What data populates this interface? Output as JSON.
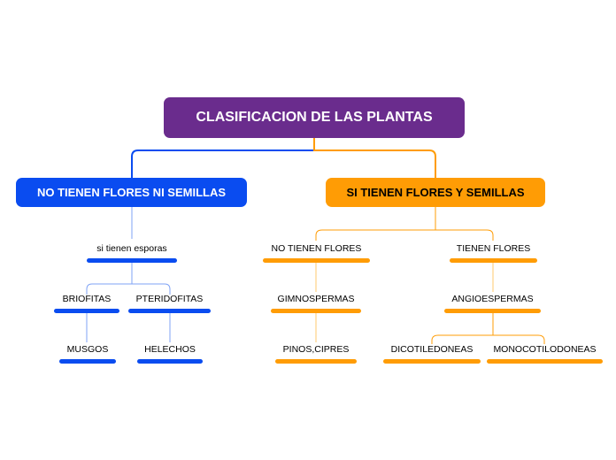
{
  "colors": {
    "root": "#6a2c8d",
    "blue": "#0a4cf0",
    "orange": "#ff9c05"
  },
  "root": {
    "label": "CLASIFICACION DE LAS PLANTAS"
  },
  "left": {
    "label": "NO TIENEN FLORES NI SEMILLAS",
    "child": "si tienen esporas",
    "groups": [
      "BRIOFITAS",
      "PTERIDOFITAS"
    ],
    "examples": [
      "MUSGOS",
      "HELECHOS"
    ]
  },
  "right": {
    "label": "SI TIENEN FLORES Y SEMILLAS",
    "no_flowers": {
      "label": "NO  TIENEN FLORES",
      "group": "GIMNOSPERMAS",
      "example": "PINOS,CIPRES"
    },
    "flowers": {
      "label": "TIENEN FLORES",
      "group": "ANGIOESPERMAS",
      "subgroups": [
        "DICOTILEDONEAS",
        "MONOCOTILODONEAS"
      ]
    }
  }
}
